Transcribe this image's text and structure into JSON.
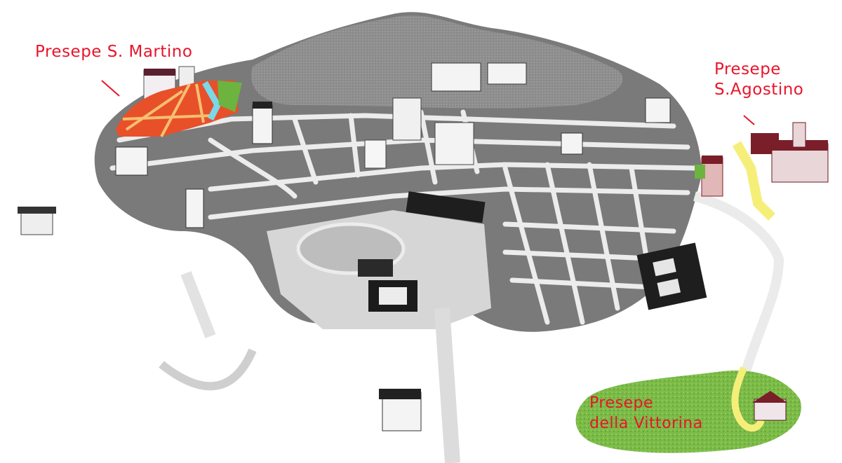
{
  "map": {
    "title": "Presepi map",
    "background": "#ffffff",
    "colors": {
      "label": "#e8152b",
      "block_dark": "#5e5e5e",
      "block_mid": "#7d7d7d",
      "street": "#e9e9e9",
      "hill": "#8a8a8a",
      "martino_zone": "#e8502a",
      "martino_street": "#f4c070",
      "green": "#6db33f",
      "cyan": "#7ad8e8",
      "yellow_path": "#f5ef7a",
      "vittorina_field": "#7fbf4a",
      "roof_red": "#7a1e2a"
    },
    "locations": [
      {
        "id": "martino",
        "lines": [
          "Presepe S. Martino"
        ]
      },
      {
        "id": "agostino",
        "lines": [
          "Presepe",
          "S.Agostino"
        ]
      },
      {
        "id": "vittorina",
        "lines": [
          "Presepe",
          "della Vittorina"
        ]
      }
    ]
  }
}
